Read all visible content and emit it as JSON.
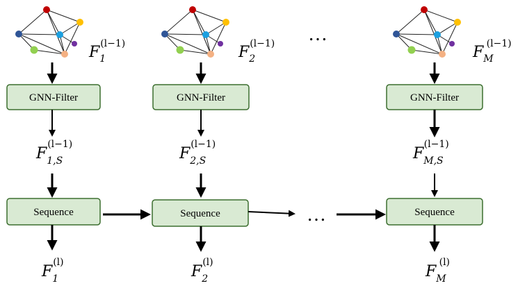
{
  "columns": [
    {
      "id": "col-1",
      "filter_label": "GNN-Filter",
      "sequence_label": "Sequence",
      "input_feature": {
        "base": "F",
        "sub": "1",
        "sup": "(l−1)"
      },
      "filtered_feature": {
        "base": "F",
        "sub": "1,S",
        "sup": "(l−1)"
      },
      "output_feature": {
        "base": "F",
        "sub": "1",
        "sup": "(l)"
      }
    },
    {
      "id": "col-2",
      "filter_label": "GNN-Filter",
      "sequence_label": "Sequence",
      "input_feature": {
        "base": "F",
        "sub": "2",
        "sup": "(l−1)"
      },
      "filtered_feature": {
        "base": "F",
        "sub": "2,S",
        "sup": "(l−1)"
      },
      "output_feature": {
        "base": "F",
        "sub": "2",
        "sup": "(l)"
      }
    },
    {
      "id": "col-M",
      "filter_label": "GNN-Filter",
      "sequence_label": "Sequence",
      "input_feature": {
        "base": "F",
        "sub": "M",
        "sup": "(l−1)"
      },
      "filtered_feature": {
        "base": "F",
        "sub": "M,S",
        "sup": "(l−1)"
      },
      "output_feature": {
        "base": "F",
        "sub": "M",
        "sup": "(l)"
      }
    }
  ],
  "ellipsis": "…",
  "node_colors": [
    "#c00000",
    "#ffc000",
    "#2f5597",
    "#1ca0e0",
    "#7030a0",
    "#f4b183",
    "#92d050"
  ]
}
